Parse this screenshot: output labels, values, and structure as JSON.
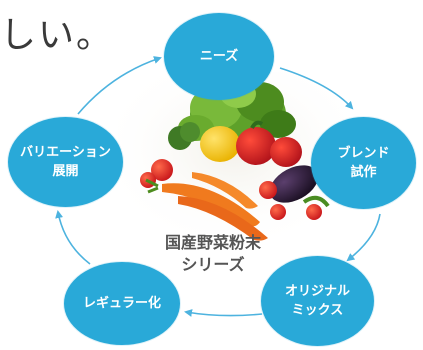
{
  "heading": "しい。",
  "cycle": {
    "nodes": [
      {
        "id": "needs",
        "label": "ニーズ"
      },
      {
        "id": "blend",
        "label": "ブレンド\n試作"
      },
      {
        "id": "mix",
        "label": "オリジナル\nミックス"
      },
      {
        "id": "regular",
        "label": "レギュラー化"
      },
      {
        "id": "variety",
        "label": "バリエーション\n展開"
      }
    ],
    "center": {
      "line1": "国産野菜粉末",
      "line2": "シリーズ"
    }
  },
  "colors": {
    "node": "#29a9d8",
    "arrow": "#4db3df",
    "heading": "#3a3a3a"
  }
}
